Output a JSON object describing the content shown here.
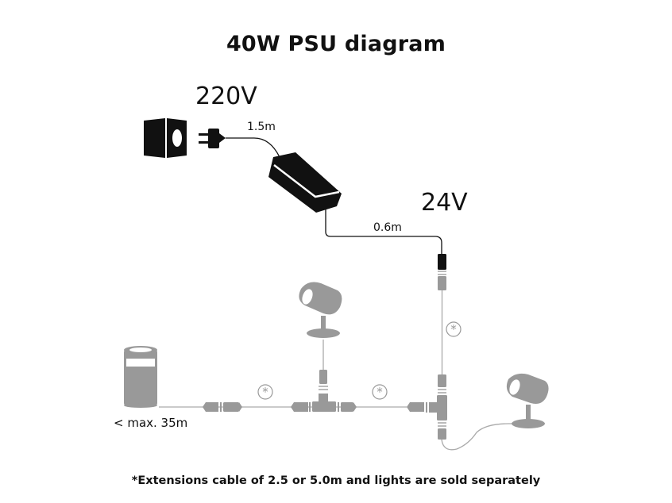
{
  "title": "40W PSU diagram",
  "input_voltage": "220V",
  "output_voltage": "24V",
  "cables": {
    "mains_cable_length": "1.5m",
    "output_cable_length": "0.6m",
    "max_run_length": "< max. 35m"
  },
  "extension_marker": "*",
  "footnote": "*Extensions cable of 2.5 or 5.0m and lights are sold separately",
  "colors": {
    "psu_black": "#111111",
    "accessory_gray": "#999999",
    "cable_gray": "#a6a6a6"
  },
  "components": [
    {
      "name": "wall-socket",
      "color": "black"
    },
    {
      "name": "plug",
      "color": "black"
    },
    {
      "name": "power-supply-unit",
      "color": "black"
    },
    {
      "name": "bollard-light",
      "color": "gray"
    },
    {
      "name": "spot-light-center",
      "color": "gray"
    },
    {
      "name": "spot-light-right",
      "color": "gray"
    },
    {
      "name": "t-connector-left",
      "color": "gray"
    },
    {
      "name": "t-connector-right",
      "color": "gray"
    }
  ]
}
